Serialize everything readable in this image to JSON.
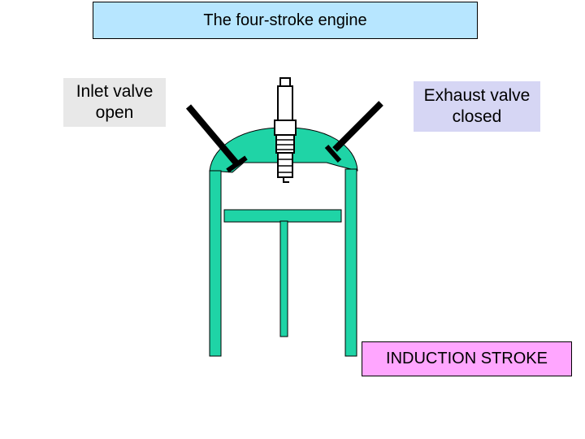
{
  "title": "The four-stroke engine",
  "inlet_label": "Inlet valve\nopen",
  "exhaust_label": "Exhaust valve\nclosed",
  "stroke_label": "INDUCTION STROKE",
  "colors": {
    "engine_body": "#1fd4a6",
    "title_bg": "#b7e6ff",
    "inlet_bg": "#e8e8e8",
    "exhaust_bg": "#d6d6f4",
    "stroke_bg": "#ffa6ff",
    "outline": "#000000"
  }
}
